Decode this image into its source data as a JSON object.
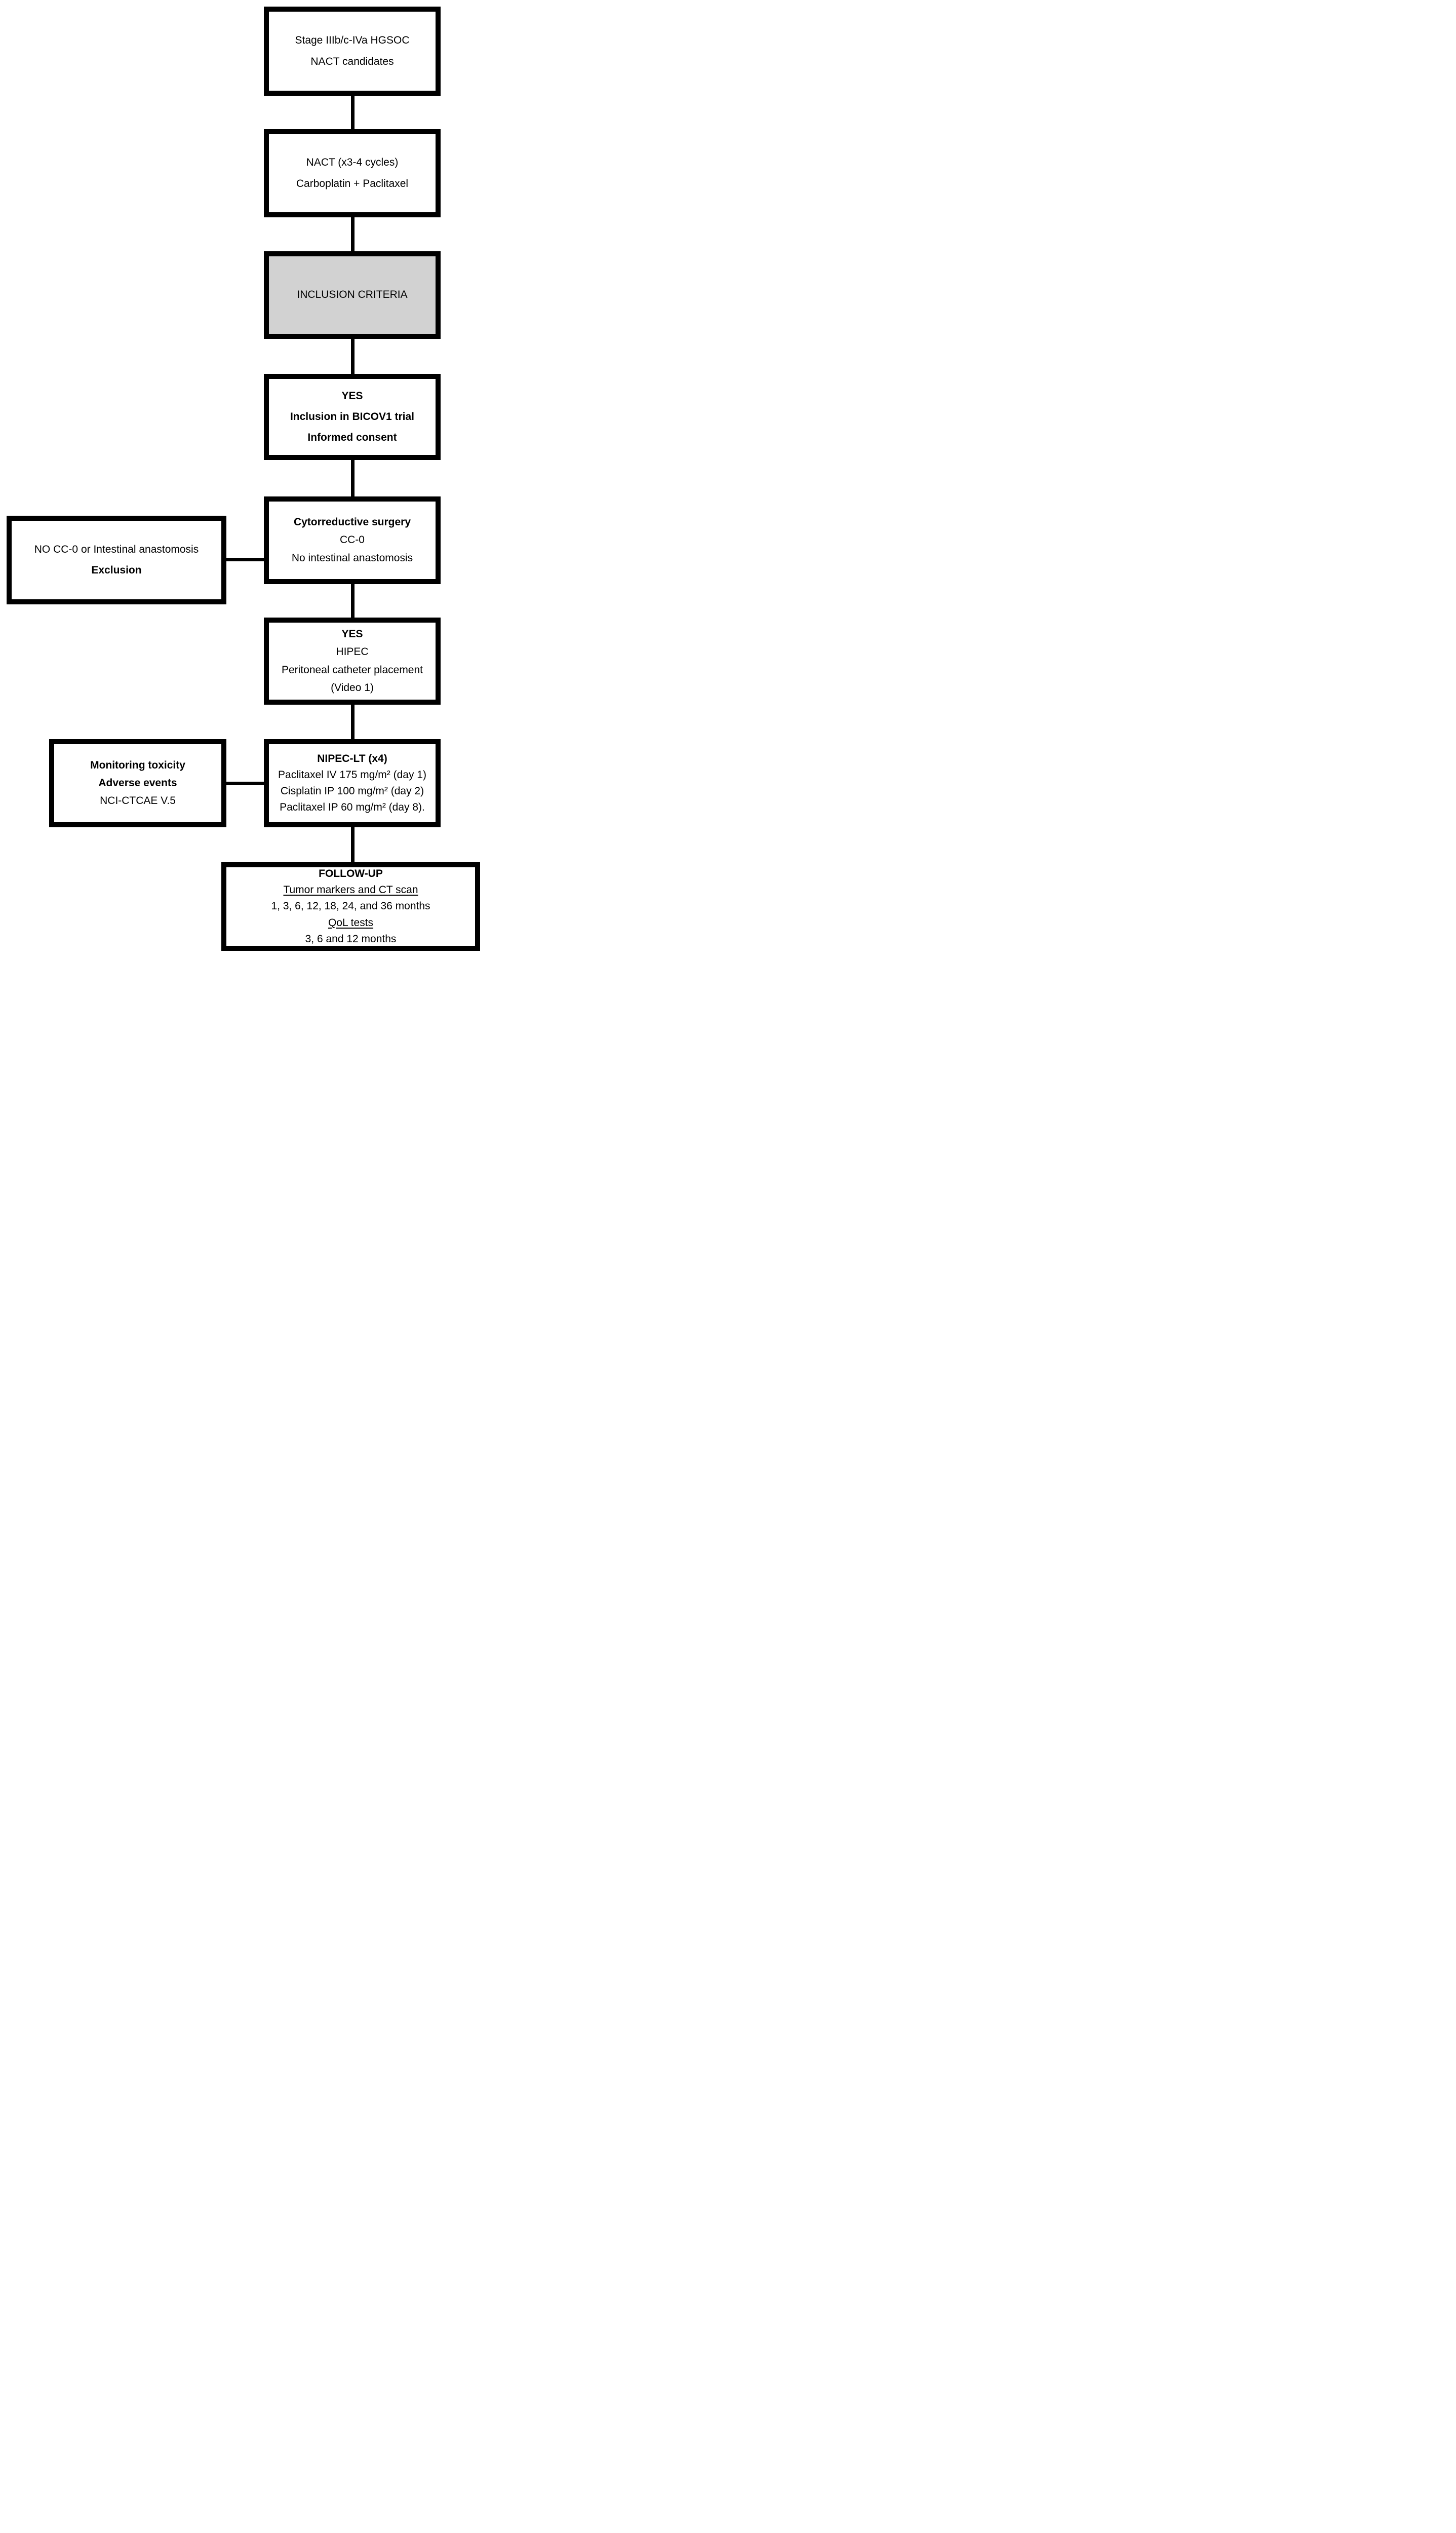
{
  "colors": {
    "line": "#000000",
    "box_fill": "#ffffff",
    "highlight_fill": "#d2d2d2",
    "text": "#000000"
  },
  "flowchart": {
    "stage_box": {
      "line1": "Stage IIIb/c-IVa HGSOC",
      "line2": "NACT candidates"
    },
    "nact_box": {
      "line1": "NACT (x3-4 cycles)",
      "line2": "Carboplatin + Paclitaxel"
    },
    "inclusion_criteria_box": {
      "line1": "INCLUSION CRITERIA"
    },
    "inclusion_yes_box": {
      "line1": "YES",
      "line2": "Inclusion in BICOV1 trial",
      "line3": "Informed consent"
    },
    "surgery_box": {
      "line1": "Cytorreductive surgery",
      "line2": "CC-0",
      "line3": "No intestinal anastomosis"
    },
    "exclusion_box": {
      "line1": "NO CC-0 or Intestinal anastomosis",
      "line2": "Exclusion"
    },
    "hipec_box": {
      "line1": "YES",
      "line2": "HIPEC",
      "line3": "Peritoneal catheter placement",
      "line4": "(Video 1)"
    },
    "monitoring_box": {
      "line1": "Monitoring toxicity",
      "line2": "Adverse events",
      "line3": "NCI-CTCAE V.5"
    },
    "nipec_box": {
      "line1": "NIPEC-LT (x4)",
      "line2": "Paclitaxel IV 175 mg/m² (day 1)",
      "line3": "Cisplatin IP 100 mg/m² (day 2)",
      "line4": "Paclitaxel IP 60 mg/m² (day 8)."
    },
    "follow_up_box": {
      "line1": "FOLLOW-UP",
      "line2": "Tumor markers and CT scan",
      "line3": "1, 3, 6, 12, 18, 24, and 36 months",
      "line4": "QoL tests",
      "line5": "3, 6 and 12 months"
    }
  }
}
